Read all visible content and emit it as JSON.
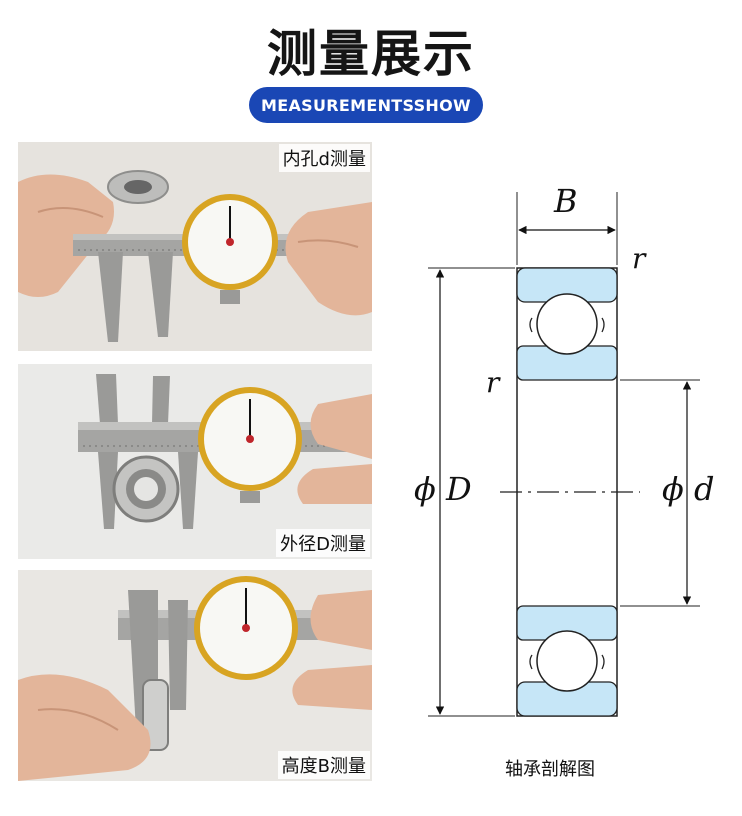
{
  "header": {
    "title": "测量展示",
    "subtitle": "MEASUREMENTSSHOW"
  },
  "photos": [
    {
      "label": "内孔d测量"
    },
    {
      "label": "外径D测量"
    },
    {
      "label": "高度B测量"
    }
  ],
  "diagram": {
    "labels": {
      "B": "B",
      "r_top": "r",
      "r_mid": "r",
      "D": "ϕ D",
      "d": "ϕ d"
    },
    "caption": "轴承剖解图"
  },
  "colors": {
    "accent": "#1a47b5",
    "ring_fill": "#c6e6f7",
    "caliper_steel": "#a5a5a3",
    "dial_gold": "#d8a422",
    "skin": "#e3b59a"
  }
}
